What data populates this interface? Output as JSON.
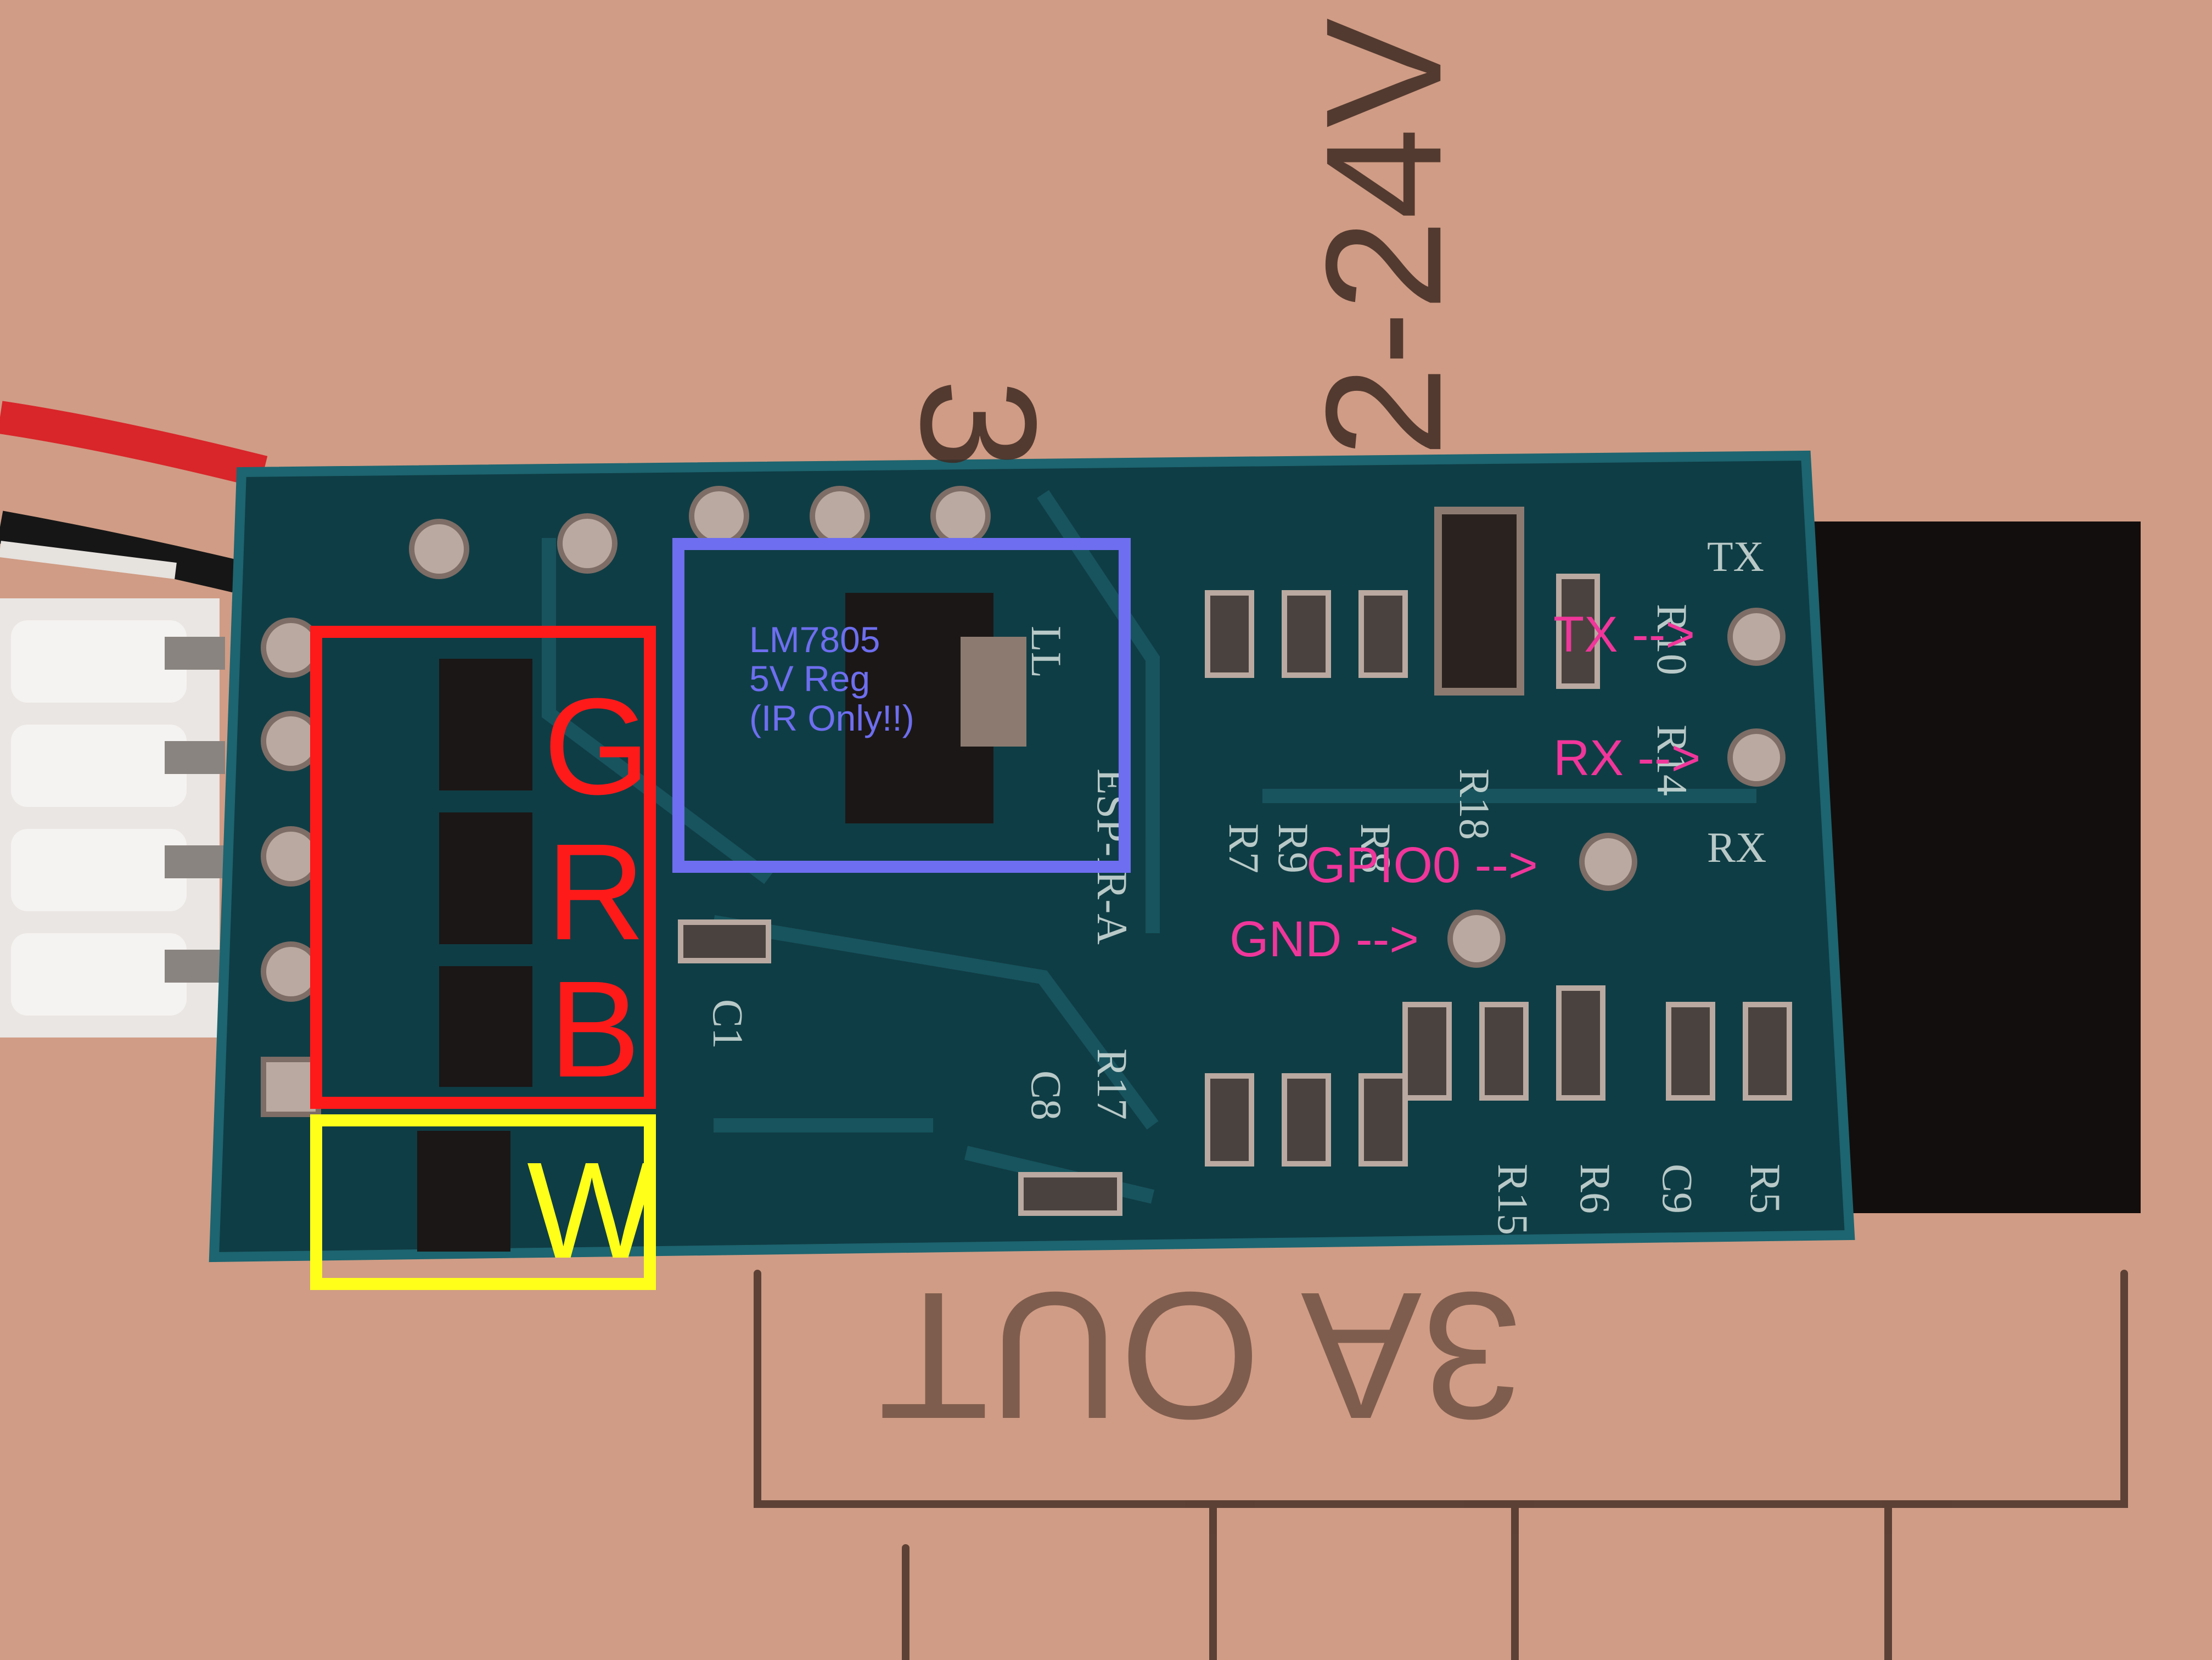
{
  "photo": {
    "subject": "pcb-led-controller-board",
    "colors": {
      "paper": "#d8a48c",
      "board": "#0f3d45",
      "board_edge": "#1d6570",
      "pad": "#b9a9a0",
      "chip": "#1b1716",
      "connector": "#eae6e3",
      "wire_red": "#d8262a",
      "wire_black": "#161616",
      "module": "#120e0d",
      "handwriting": "#3e2a22"
    }
  },
  "handwriting": {
    "top_left": "3",
    "top_right": "2-24V",
    "bottom": "3A OUT"
  },
  "annotations": {
    "rgb_box": {
      "color": "#ff1a1a",
      "letters": [
        "G",
        "R",
        "B"
      ]
    },
    "w_box": {
      "color": "#ffff1a",
      "letter": "W"
    },
    "regulator_box": {
      "color": "#6e6ef0",
      "lines": [
        "LM7805",
        "5V Reg",
        "(IR Only!!)"
      ]
    },
    "pins": {
      "color": "#f0369a",
      "tx": "TX -->",
      "rx": "RX -->",
      "gpio0": "GPIO0 -->",
      "gnd": "GND -->"
    }
  }
}
